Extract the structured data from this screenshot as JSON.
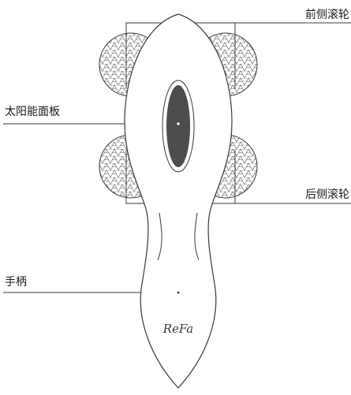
{
  "labels": {
    "front_roller": "前侧滚轮",
    "solar_panel": "太阳能面板",
    "back_roller": "后侧滚轮",
    "handle": "手柄"
  },
  "brand": "ReFa",
  "colors": {
    "stroke": "#3a3a3a",
    "panel": "#4d4d4d",
    "background": "#ffffff"
  }
}
